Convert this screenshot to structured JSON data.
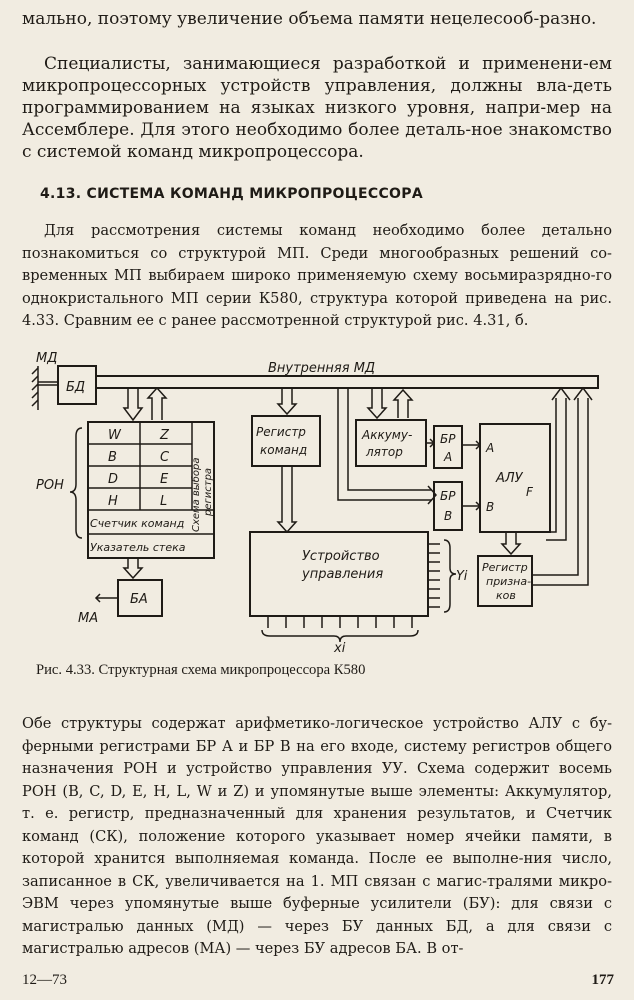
{
  "text": {
    "para_top_1": "мально, поэтому увеличение  объема  памяти нецелесооб-разно.",
    "para_top_2": "Специалисты, занимающиеся разработкой и применени-ем микропроцессорных устройств управления, должны вла-деть программированием на языках низкого уровня, напри-мер на Ассемблере. Для этого необходимо более деталь-ное знакомство с системой команд микропроцессора.",
    "heading": "4.13. СИСТЕМА КОМАНД МИКРОПРОЦЕССОРА",
    "para_intro": "Для рассмотрения системы  команд  необходимо более детально познакомиться со структурой МП. Среди многообразных решений со-временных МП выбираем широко применяемую схему восьмиразрядно-го однокристального МП серии К580, структура которой приведена на рис. 4.33. Сравним ее с ранее рассмотренной  структурой рис. 4.31, б.",
    "caption": "Рис. 4.33. Структурная схема микропроцессора К580",
    "para_bottom": "Обе структуры содержат арифметико-логическое устройство АЛУ с бу-ферными  регистрами БР А и БР В на его входе, систему  регистров общего назначения РОН и устройство управления УУ. Схема содержит восемь РОН (B, C, D, E, H, L, W и Z) и упомянутые выше элементы: Аккумулятор, т. е. регистр, предназначенный для хранения результатов, и Счетчик команд (СК), положение которого указывает номер ячейки памяти, в которой хранится выполняемая команда. После ее выполне-ния число, записанное в СК, увеличивается на 1. МП связан с магис-тралями  микро-ЭВМ через  упомянутые выше буферные  усилители (БУ): для связи с магистралью данных (МД) — через БУ данных БД, а для связи с магистралью адресов (МА) — через БУ адресов БА. В от-",
    "footer_left": "12—73",
    "page_number": "177"
  },
  "diagram": {
    "md_label": "МД",
    "bus_label": "Внутренняя МД",
    "bd": "БД",
    "ron": "РОН",
    "reg_w": "W",
    "reg_z": "Z",
    "reg_b": "B",
    "reg_c": "C",
    "reg_d": "D",
    "reg_e": "E",
    "reg_h": "H",
    "reg_l": "L",
    "pc": "Счетчик команд",
    "sp": "Указатель стека",
    "select_line1": "Схема выбора",
    "select_line2": "регистра",
    "ir_line1": "Регистр",
    "ir_line2": "команд",
    "acc_line1": "Аккуму-",
    "acc_line2": "лятор",
    "bra_line1": "БР",
    "bra_line2": "А",
    "brb_line1": "БР",
    "brb_line2": "В",
    "alu": "АЛУ",
    "alu_a": "A",
    "alu_b": "B",
    "alu_f": "F",
    "cu_line1": "Устройство",
    "cu_line2": "управления",
    "flags_line1": "Регистр",
    "flags_line2": "призна-",
    "flags_line3": "ков",
    "ba": "БА",
    "ma": "МА",
    "yi": "Yi",
    "xi": "xi"
  }
}
